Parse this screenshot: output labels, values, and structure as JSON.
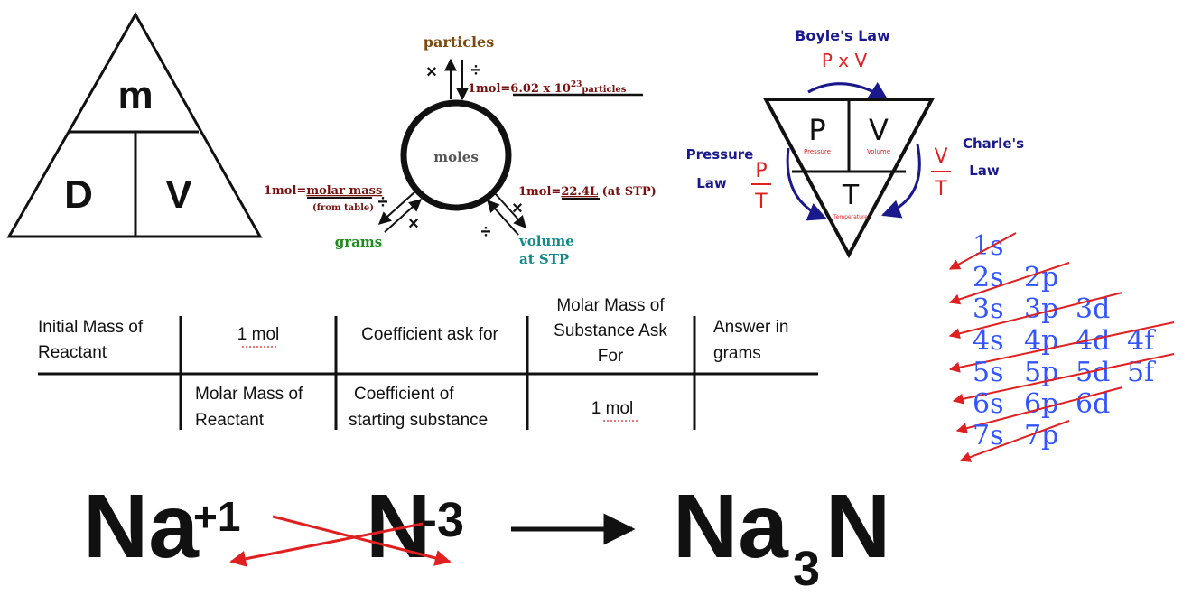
{
  "density_triangle": {
    "top": "m",
    "bottom_left": "D",
    "bottom_right": "V"
  },
  "mole_map": {
    "center": "moles",
    "particles_label": "particles",
    "particles_eq_pre": "1mol=6.02 x 10",
    "particles_eq_exp": "23",
    "particles_eq_unit": "particles",
    "grams_label": "grams",
    "grams_eq_pre": "1mol=",
    "grams_eq_under": "molar mass",
    "grams_eq_sub": "(from table)",
    "volume_label_1": "volume",
    "volume_label_2": "at STP",
    "volume_eq_pre": "1mol=",
    "volume_eq_under": "22.4L",
    "volume_eq_post": " (at STP)",
    "times": "×",
    "divide": "÷",
    "colors": {
      "particles": "#7b4a12",
      "eq": "#7a1010",
      "grams": "#1f8a1f",
      "volume": "#138a8a"
    }
  },
  "gas_laws": {
    "boyle_title": "Boyle's Law",
    "boyle_expr": "P x V",
    "pressure_title_1": "Pressure",
    "pressure_title_2": "Law",
    "pressure_num": "P",
    "pressure_den": "T",
    "charles_title_1": "Charle's",
    "charles_title_2": "Law",
    "charles_num": "V",
    "charles_den": "T",
    "cell_p": "P",
    "cell_p_sub": "Pressure",
    "cell_v": "V",
    "cell_v_sub": "Volume",
    "cell_t": "T",
    "cell_t_sub": "Temperature",
    "colors": {
      "ink": "#1a1a8c",
      "red": "#e02020"
    }
  },
  "orbitals": {
    "rows": [
      [
        "1s"
      ],
      [
        "2s",
        "2p"
      ],
      [
        "3s",
        "3p",
        "3d"
      ],
      [
        "4s",
        "4p",
        "4d",
        "4f"
      ],
      [
        "5s",
        "5p",
        "5d",
        "5f"
      ],
      [
        "6s",
        "6p",
        "6d"
      ],
      [
        "7s",
        "7p"
      ]
    ],
    "colors": {
      "text": "#3355ff",
      "arrow": "#e02020"
    }
  },
  "stoich_table": {
    "top": [
      "Initial Mass of Reactant",
      "1 mol",
      "Coefficient ask for",
      "Molar Mass of Substance Ask For",
      "Answer in grams"
    ],
    "bottom": [
      "",
      "Molar Mass of Reactant",
      "Coefficient of starting substance",
      "1 mol",
      ""
    ]
  },
  "crisscross": {
    "cation": "Na",
    "cation_charge": "+1",
    "anion": "N",
    "anion_charge": "-3",
    "product_1": "Na",
    "product_sub": "3",
    "product_2": "N",
    "colors": {
      "cross": "#e02020"
    }
  }
}
